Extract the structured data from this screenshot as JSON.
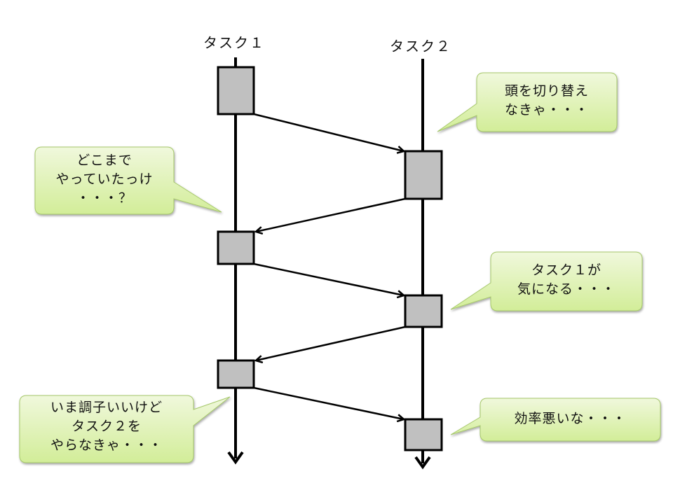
{
  "title": "Task switching diagram",
  "lanes": [
    {
      "id": "task1",
      "label": "タスク１"
    },
    {
      "id": "task2",
      "label": "タスク２"
    }
  ],
  "blocks": [
    {
      "lane": "task1",
      "order": 1
    },
    {
      "lane": "task2",
      "order": 2
    },
    {
      "lane": "task1",
      "order": 3
    },
    {
      "lane": "task2",
      "order": 4
    },
    {
      "lane": "task1",
      "order": 5
    },
    {
      "lane": "task2",
      "order": 6
    }
  ],
  "switches": [
    {
      "from": "task1",
      "to": "task2"
    },
    {
      "from": "task2",
      "to": "task1"
    },
    {
      "from": "task1",
      "to": "task2"
    },
    {
      "from": "task2",
      "to": "task1"
    },
    {
      "from": "task1",
      "to": "task2"
    }
  ],
  "bubbles": [
    {
      "id": "switch-head",
      "text": "頭を切り替え\nなきゃ・・・"
    },
    {
      "id": "where-was-i",
      "text": "どこまで\nやっていたっけ\n・・・？"
    },
    {
      "id": "worried-task1",
      "text": "タスク１が\n気になる・・・"
    },
    {
      "id": "must-do-task2",
      "text": "いま調子いいけど\nタスク２を\nやらなきゃ・・・"
    },
    {
      "id": "inefficient",
      "text": "効率悪いな・・・"
    }
  ],
  "colors": {
    "block_fill": "#c0c0c0",
    "line": "#000000",
    "bubble_top": "#eef7d6",
    "bubble_bottom": "#d3ee9a",
    "bubble_border": "#a6c86a"
  }
}
